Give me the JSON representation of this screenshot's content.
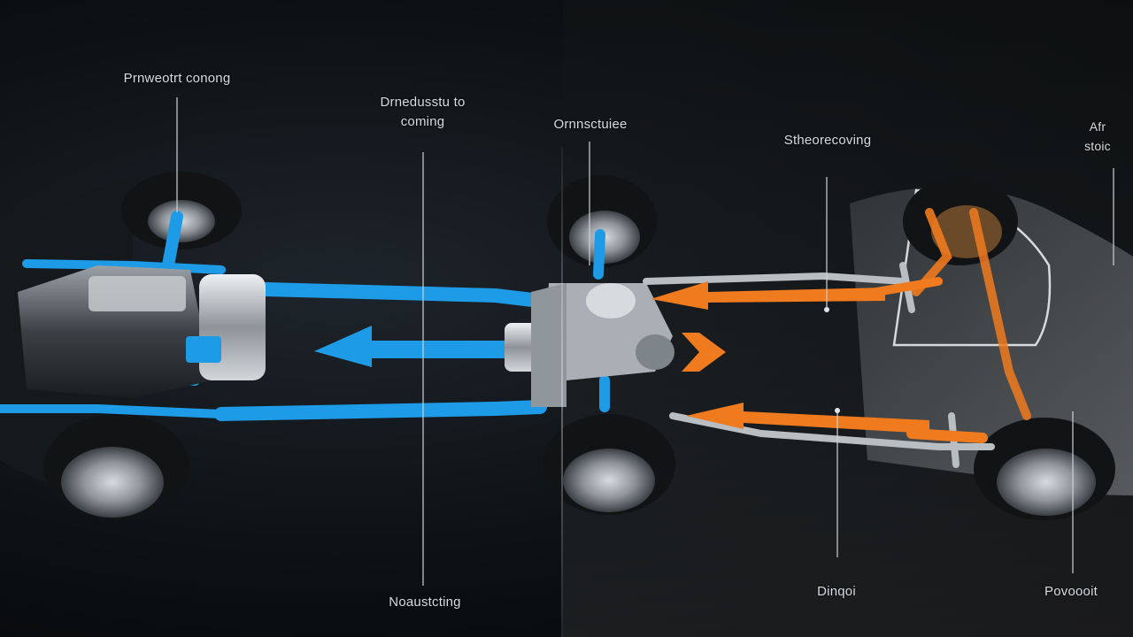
{
  "labels": {
    "powertrain_top_left": "Prnweotrt conong",
    "driveshaft_cooling": "Drnedusstu to\ncoming",
    "transmission": "Ornnsctuiee",
    "steering": "Stheorecoving",
    "air_suspension": "Afr\nstoic",
    "bottom_left": "Noaustcting",
    "bottom_mid": "Dinqoi",
    "bottom_right": "Povoooit"
  },
  "colors": {
    "front_system": "#1e9be6",
    "rear_system": "#f07a1e",
    "metal": "#b9bec3",
    "tire": "#111315"
  }
}
